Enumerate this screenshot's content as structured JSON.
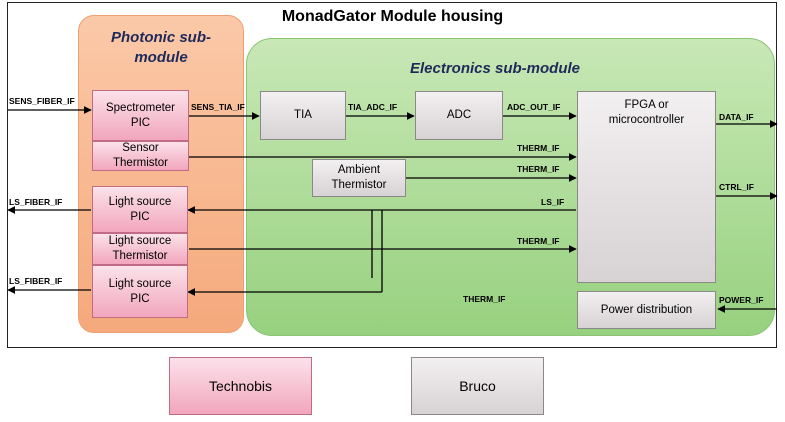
{
  "housing": {
    "title": "MonadGator Module housing"
  },
  "photonic": {
    "title": "Photonic sub-\nmodule"
  },
  "electronics": {
    "title": "Electronics sub-module"
  },
  "blocks": {
    "spectrometer": "Spectrometer\nPIC",
    "sensor_thermistor": "Sensor\nThermistor",
    "ls_pic_1": "Light source\nPIC",
    "ls_thermistor": "Light source\nThermistor",
    "ls_pic_2": "Light source\nPIC",
    "tia": "TIA",
    "adc": "ADC",
    "fpga": "FPGA or\nmicrocontroller",
    "ambient_thermistor": "Ambient\nThermistor",
    "power_distribution": "Power distribution"
  },
  "labels": {
    "sens_fiber_if": "SENS_FIBER_IF",
    "sens_tia_if": "SENS_TIA_IF",
    "tia_adc_if": "TIA_ADC_IF",
    "adc_out_if": "ADC_OUT_IF",
    "data_if": "DATA_IF",
    "therm_if_1": "THERM_IF",
    "therm_if_2": "THERM_IF",
    "ctrl_if": "CTRL_IF",
    "ls_fiber_if_1": "LS_FIBER_IF",
    "ls_if": "LS_IF",
    "therm_if_3": "THERM_IF",
    "ls_fiber_if_2": "LS_FIBER_IF",
    "therm_if_4": "THERM_IF",
    "power_if": "POWER_IF"
  },
  "legend": {
    "technobis": "Technobis",
    "bruco": "Bruco"
  },
  "colors": {
    "photonic_fill": "#f5a97c",
    "electronics_fill": "#97d17f",
    "technobis_block": "#f2a6bd",
    "bruco_block": "#d7d2d4",
    "title_text": "#1f2a5a"
  }
}
